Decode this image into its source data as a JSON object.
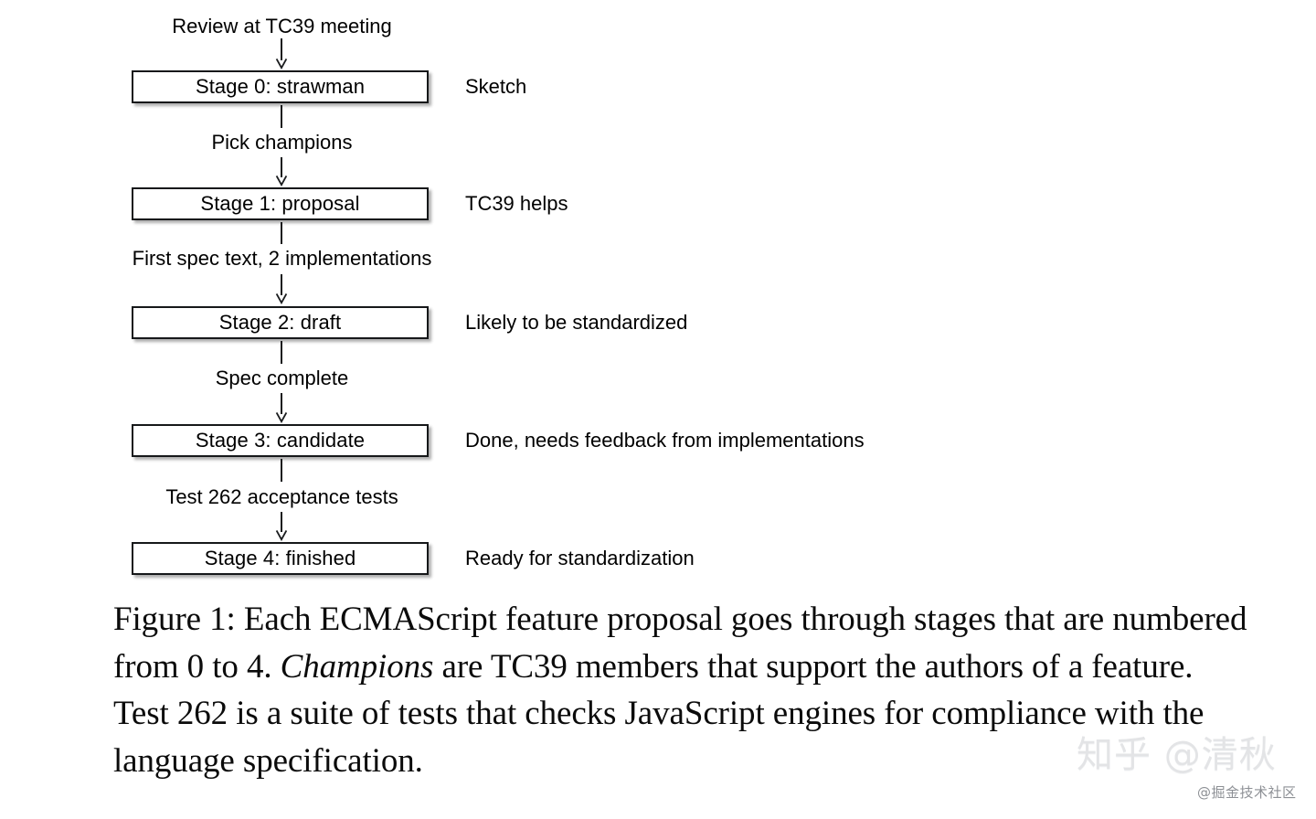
{
  "figure": {
    "type": "flowchart",
    "orientation": "top-to-bottom",
    "entry_label": "Review at TC39 meeting",
    "stages": [
      {
        "box": "Stage 0: strawman",
        "note": "Sketch",
        "incoming_edge": "Review at TC39 meeting",
        "outgoing_edge": "Pick champions"
      },
      {
        "box": "Stage 1: proposal",
        "note": "TC39 helps",
        "incoming_edge": "Pick champions",
        "outgoing_edge": "First spec text, 2 implementations"
      },
      {
        "box": "Stage 2: draft",
        "note": "Likely to be standardized",
        "incoming_edge": "First spec text, 2 implementations",
        "outgoing_edge": "Spec complete"
      },
      {
        "box": "Stage 3: candidate",
        "note": "Done, needs feedback from implementations",
        "incoming_edge": "Spec complete",
        "outgoing_edge": "Test 262 acceptance tests"
      },
      {
        "box": "Stage 4: finished",
        "note": "Ready for standardization",
        "incoming_edge": "Test 262 acceptance tests",
        "outgoing_edge": ""
      }
    ],
    "edges": [
      "Review at TC39 meeting",
      "Pick champions",
      "First spec text, 2 implementations",
      "Spec complete",
      "Test 262 acceptance tests"
    ],
    "colors": {
      "box_border": "#16181a",
      "box_fill": "#ffffff",
      "connector": "#1a1c1e",
      "text": "#000000",
      "background": "#ffffff"
    }
  },
  "caption": {
    "part1": "Figure 1: Each ECMAScript feature proposal goes through stages that are numbered from 0 to 4. ",
    "emphasis": "Champions",
    "part2": " are TC39 members that support the authors of a feature. Test 262 is a suite of tests that checks JavaScript engines for compliance with the language specification."
  },
  "watermarks": {
    "primary": "知乎 @清秋",
    "secondary": "@掘金技术社区",
    "primary_color": "#e3e4e6",
    "secondary_color": "#8d9095"
  }
}
